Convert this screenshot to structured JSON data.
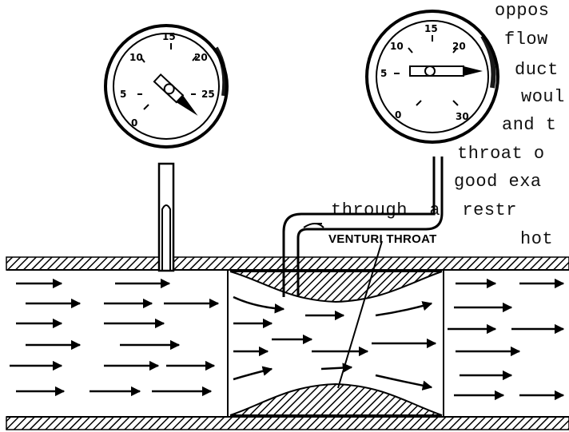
{
  "text_fragments": [
    "oppos",
    "flow",
    "duct",
    "woul",
    "and t",
    "throat o",
    "good exa",
    "through  a  restr",
    "hot"
  ],
  "callout_label": "VENTURI THROAT",
  "gauge_left": {
    "scale_labels": [
      "0",
      "5",
      "10",
      "15",
      "20",
      "25"
    ]
  },
  "gauge_right": {
    "scale_labels": [
      "0",
      "5",
      "10",
      "15",
      "20",
      "30"
    ]
  }
}
